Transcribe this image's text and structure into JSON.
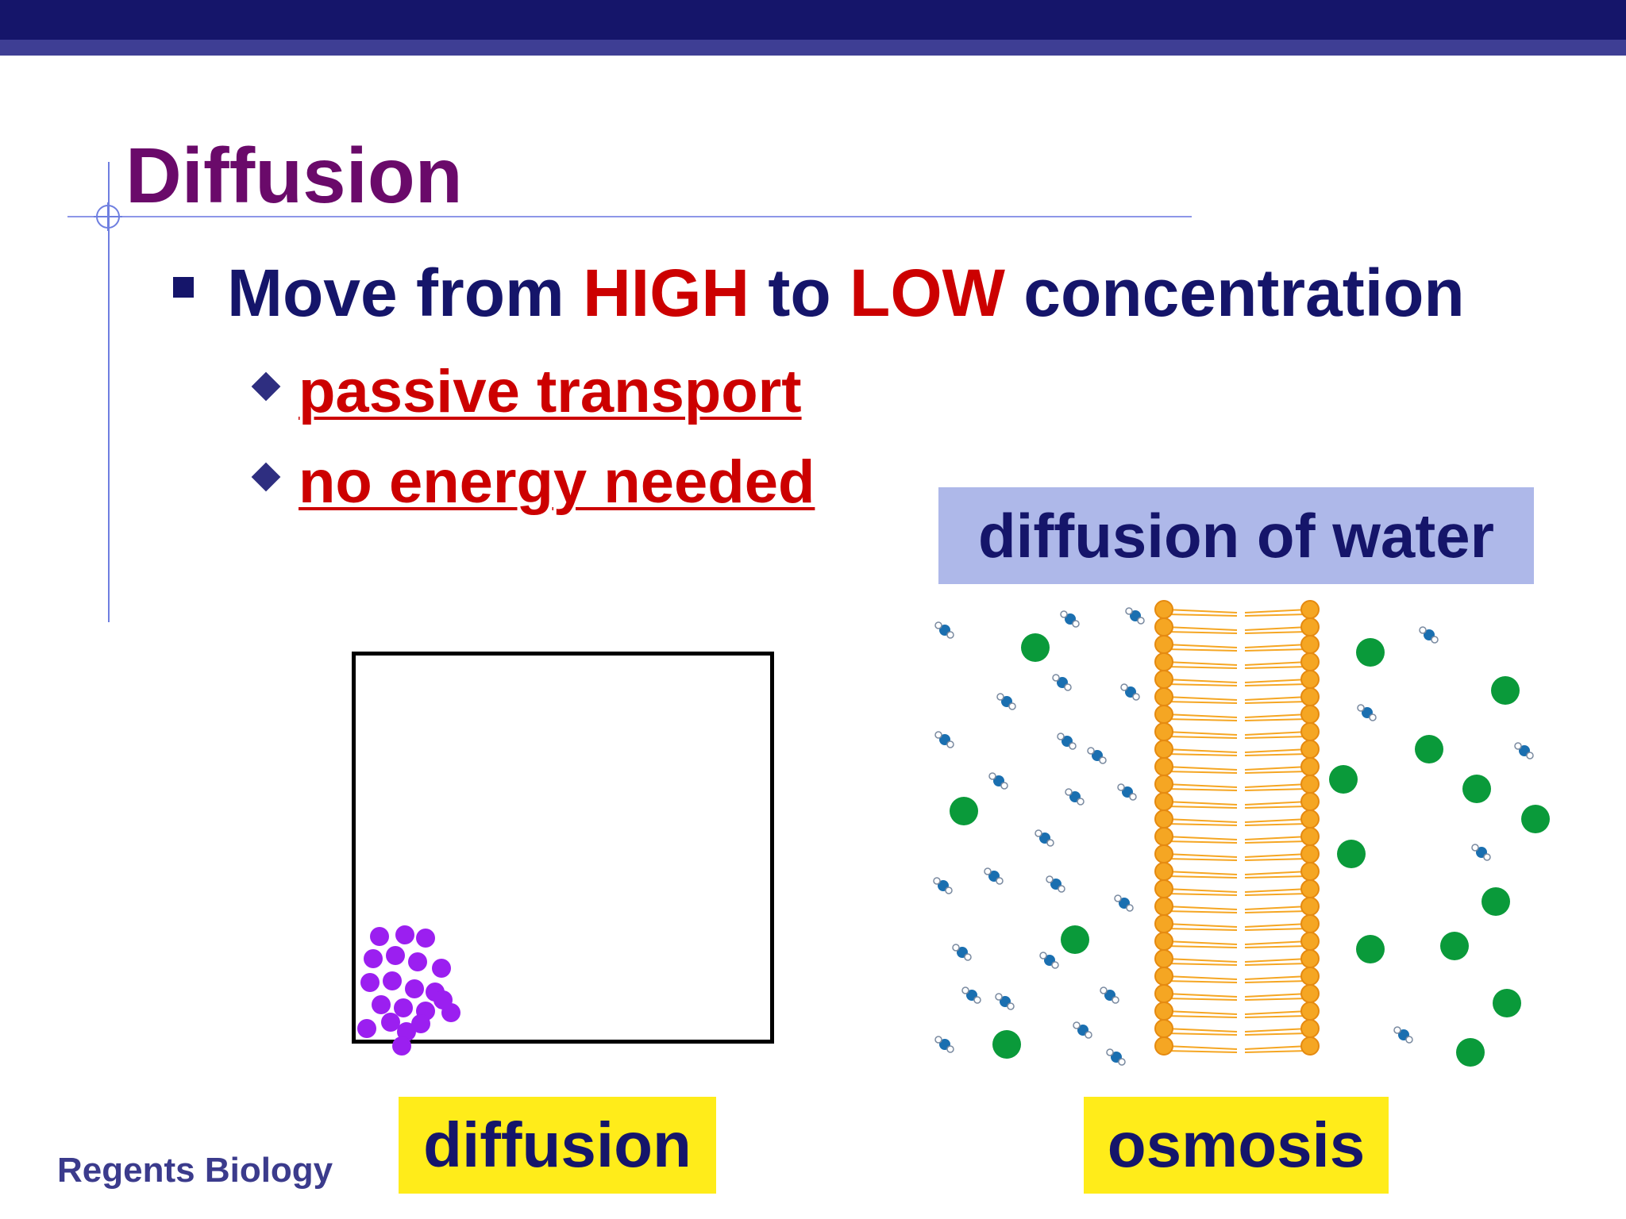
{
  "slide": {
    "title": "Diffusion",
    "bullet": {
      "prefix": "Move from ",
      "high": "HIGH",
      "middle": " to ",
      "low": "LOW",
      "suffix": " concentration"
    },
    "sub_bullets": [
      "passive transport",
      "no energy needed"
    ],
    "labels": {
      "water": "diffusion of water",
      "diffusion": "diffusion",
      "osmosis": "osmosis"
    },
    "footer": "Regents Biology"
  },
  "colors": {
    "title": "#6a0a6a",
    "text": "#15156a",
    "emphasis": "#cc0000",
    "label_yellow": "#ffec1a",
    "label_blue": "#aeb8e9",
    "particle_purple": "#9b1ff0",
    "solute_green": "#0a9a3a",
    "water_blue": "#1a6fb0",
    "lipid_orange": "#f5a623"
  },
  "icons": [
    "crosshair-icon",
    "square-bullet-icon",
    "diamond-bullet-icon"
  ]
}
